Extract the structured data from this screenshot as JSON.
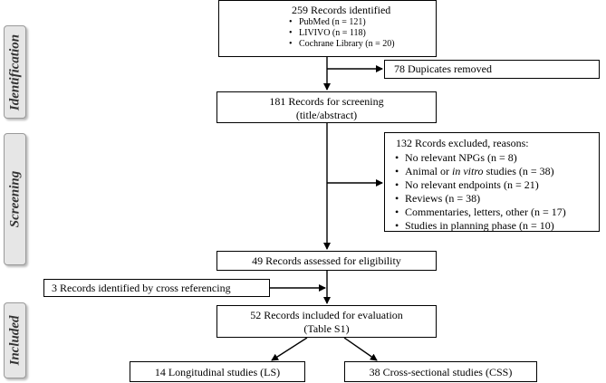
{
  "stages": {
    "identification": "Identification",
    "screening": "Screening",
    "included": "Included"
  },
  "identified": {
    "title": "259 Records identified",
    "sources": [
      "PubMed (n = 121)",
      "LIVIVO (n = 118)",
      "Cochrane Library (n = 20)"
    ]
  },
  "duplicates": "78  Dupicates removed",
  "screening_box": {
    "line1": "181 Records for screening",
    "line2": "(title/abstract)"
  },
  "excluded": {
    "title": "132  Rcords excluded, reasons:",
    "reasons": [
      "No relevant NPGs (n = 8)",
      "Animal or in vitro studies (n = 38)",
      "No relevant endpoints (n = 21)",
      "Reviews (n = 38)",
      "Commentaries, letters, other (n = 17)",
      "Studies in planning phase (n = 10)"
    ],
    "reason2_prefix": "Animal or ",
    "reason2_italic": "in vitro",
    "reason2_suffix": " studies (n = 38)"
  },
  "eligibility": "49 Records assessed for eligibility",
  "cross_ref": "3  Records identified by cross referencing",
  "included_box": {
    "line1": "52 Records included for evaluation",
    "line2": "(Table S1)"
  },
  "longitudinal": "14 Longitudinal studies (LS)",
  "cross_sectional": "38 Cross-sectional studies (CSS)"
}
